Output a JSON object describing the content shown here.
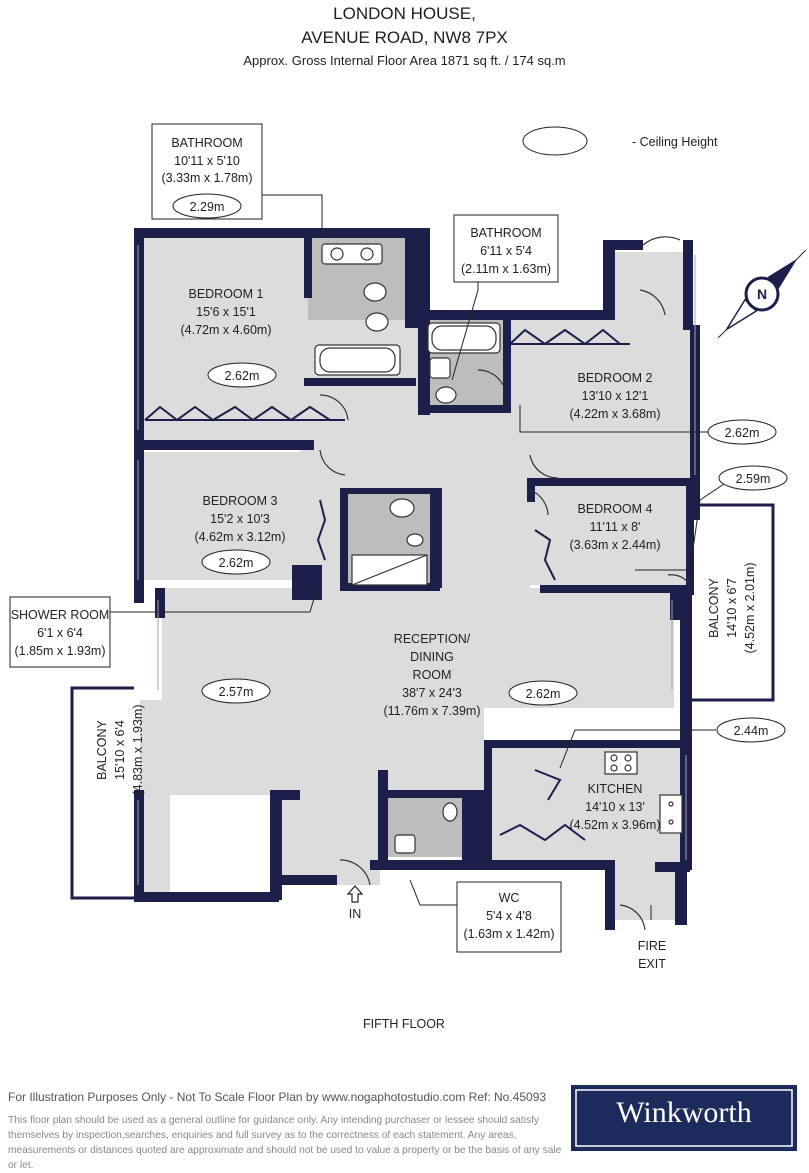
{
  "header": {
    "line1": "LONDON HOUSE,",
    "line2": "AVENUE ROAD, NW8 7PX",
    "area": "Approx. Gross Internal Floor Area 1871 sq ft. / 174 sq.m"
  },
  "legend": {
    "label": "- Ceiling Height"
  },
  "rooms": {
    "bathroom1": {
      "name": "BATHROOM",
      "dims_imperial": "10'11 x 5'10",
      "dims_metric": "(3.33m x 1.78m)",
      "ceiling": "2.29m"
    },
    "bathroom2": {
      "name": "BATHROOM",
      "dims_imperial": "6'11 x 5'4",
      "dims_metric": "(2.11m x 1.63m)"
    },
    "bedroom1": {
      "name": "BEDROOM 1",
      "dims_imperial": "15'6 x 15'1",
      "dims_metric": "(4.72m x 4.60m)",
      "ceiling": "2.62m"
    },
    "bedroom2": {
      "name": "BEDROOM 2",
      "dims_imperial": "13'10 x 12'1",
      "dims_metric": "(4.22m x 3.68m)",
      "ceiling": "2.62m"
    },
    "bedroom3": {
      "name": "BEDROOM 3",
      "dims_imperial": "15'2 x 10'3",
      "dims_metric": "(4.62m x 3.12m)",
      "ceiling": "2.62m"
    },
    "bedroom4": {
      "name": "BEDROOM 4",
      "dims_imperial": "11'11 x 8'",
      "dims_metric": "(3.63m x 2.44m)",
      "ceiling": "2.59m"
    },
    "shower": {
      "name": "SHOWER ROOM",
      "dims_imperial": "6'1 x 6'4",
      "dims_metric": "(1.85m x 1.93m)"
    },
    "reception": {
      "name_1": "RECEPTION/",
      "name_2": "DINING",
      "name_3": "ROOM",
      "dims_imperial": "38'7 x 24'3",
      "dims_metric": "(11.76m x 7.39m)",
      "ceiling_left": "2.57m",
      "ceiling_right": "2.62m"
    },
    "balcony_right": {
      "name": "BALCONY",
      "dims_imperial": "14'10 x 6'7",
      "dims_metric": "(4.52m x 2.01m)"
    },
    "balcony_left": {
      "name": "BALCONY",
      "dims_imperial": "15'10 x 6'4",
      "dims_metric": "(4.83m x 1.93m)"
    },
    "kitchen": {
      "name": "KITCHEN",
      "dims_imperial": "14'10 x 13'",
      "dims_metric": "(4.52m x 3.96m)",
      "ceiling": "2.44m"
    },
    "wc": {
      "name": "WC",
      "dims_imperial": "5'4 x 4'8",
      "dims_metric": "(1.63m x 1.42m)"
    }
  },
  "entrance_label": "IN",
  "fire_exit": {
    "line1": "FIRE",
    "line2": "EXIT"
  },
  "compass_letter": "N",
  "floor_label": "FIFTH FLOOR",
  "footer": {
    "line1": "For Illustration Purposes Only - Not To Scale   Floor Plan by www.nogaphotostudio.com   Ref: No.45093",
    "disclaimer": "This floor plan should be used as a general outline for guidance only. Any intending purchaser or lessee should satisfy themselves by inspection,searches, enquiries and full survey as to the correctness of each statement. Any areas, measurements or distances quoted are approximate and should not be used to value a property or be the basis of any sale or let."
  },
  "brand": {
    "name": "Winkworth"
  },
  "colors": {
    "wall": "#1c1f4a",
    "floor": "#dcdcdc",
    "wet_room": "#bdbdbd",
    "brand_bg": "#1d2b5c"
  }
}
